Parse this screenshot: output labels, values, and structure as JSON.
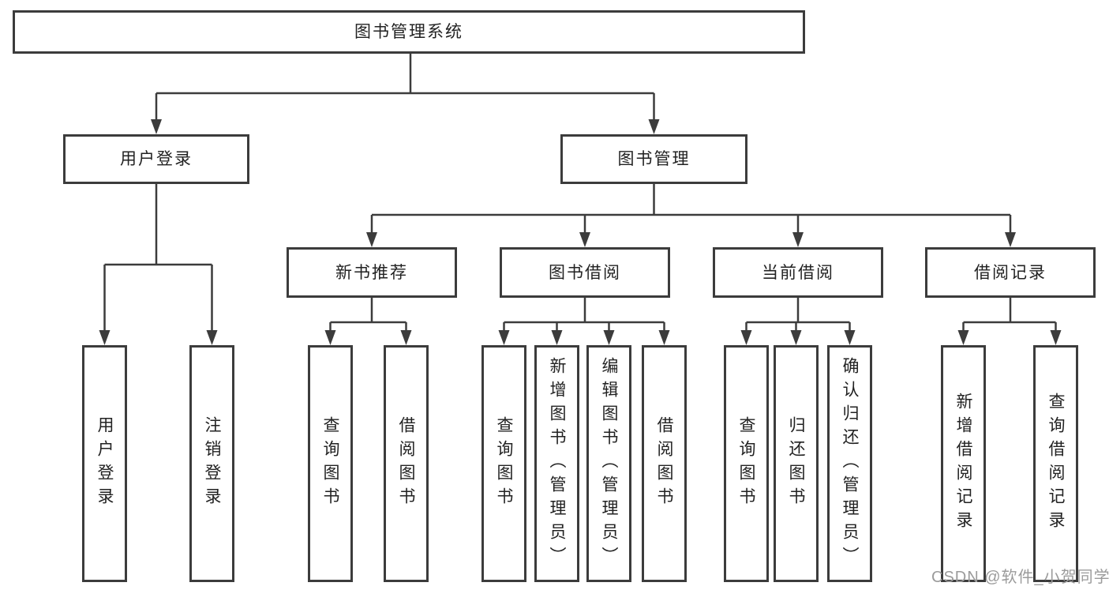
{
  "diagram": {
    "type": "hierarchy-tree",
    "tree": {
      "label": "图书管理系统",
      "children": [
        {
          "label": "用户登录",
          "children": [
            {
              "label": "用户登录"
            },
            {
              "label": "注销登录"
            }
          ]
        },
        {
          "label": "图书管理",
          "children": [
            {
              "label": "新书推荐",
              "children": [
                {
                  "label": "查询图书"
                },
                {
                  "label": "借阅图书"
                }
              ]
            },
            {
              "label": "图书借阅",
              "children": [
                {
                  "label": "查询图书"
                },
                {
                  "label": "新增图书（管理员）"
                },
                {
                  "label": "编辑图书（管理员）"
                },
                {
                  "label": "借阅图书"
                }
              ]
            },
            {
              "label": "当前借阅",
              "children": [
                {
                  "label": "查询图书"
                },
                {
                  "label": "归还图书"
                },
                {
                  "label": "确认归还（管理员）"
                }
              ]
            },
            {
              "label": "借阅记录",
              "children": [
                {
                  "label": "新增借阅记录"
                },
                {
                  "label": "查询借阅记录"
                }
              ]
            }
          ]
        }
      ]
    }
  },
  "watermark": "CSDN @软件_小贺同学",
  "colors": {
    "line": "#3c3c3c",
    "box_border": "#3c3c3c",
    "box_fill": "#ffffff",
    "text": "#222222",
    "watermark": "#9b9b9b"
  }
}
